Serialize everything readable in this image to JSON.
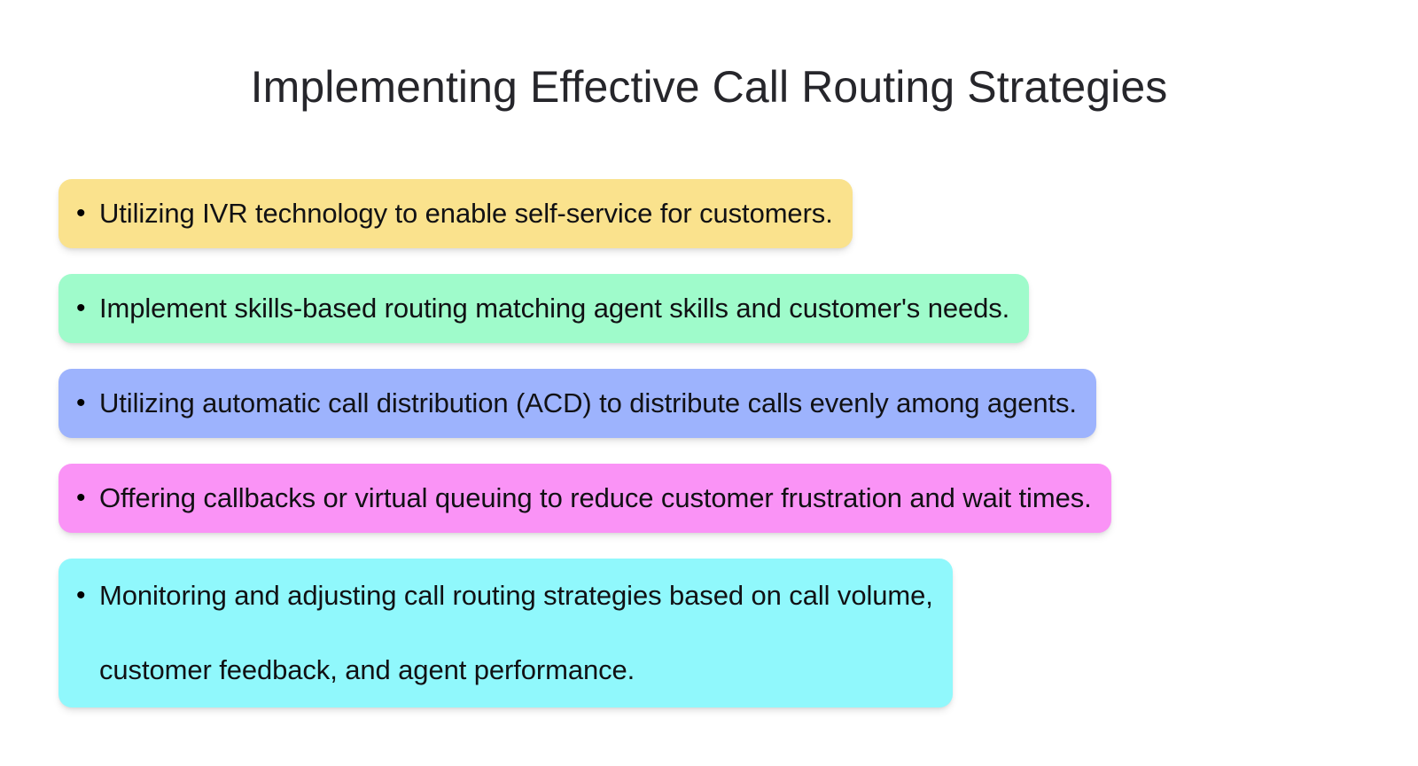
{
  "slide": {
    "background": "#ffffff",
    "title": "Implementing Effective Call Routing Strategies",
    "title_color": "#26262b",
    "text_color": "#111114",
    "bullet_marker": "•"
  },
  "bullets": [
    {
      "marker": "•",
      "text": "Utilizing IVR technology to enable self-service for customers.",
      "color": "#FAE28D",
      "lines": 1
    },
    {
      "marker": "•",
      "text": "Implement skills-based routing matching agent skills and customer's needs.",
      "color": "#9FFBCB",
      "lines": 1
    },
    {
      "marker": "•",
      "text": "Utilizing automatic call distribution (ACD) to distribute calls evenly among agents.",
      "color": "#9DB3FD",
      "lines": 1
    },
    {
      "marker": "•",
      "text": "Offering callbacks or virtual queuing to reduce customer frustration and wait times.",
      "color": "#FA93F6",
      "lines": 1
    },
    {
      "marker": "•",
      "text": "Monitoring and adjusting call routing strategies based on call volume,\ncustomer feedback, and agent performance.",
      "color": "#90F8FC",
      "lines": 2
    }
  ]
}
